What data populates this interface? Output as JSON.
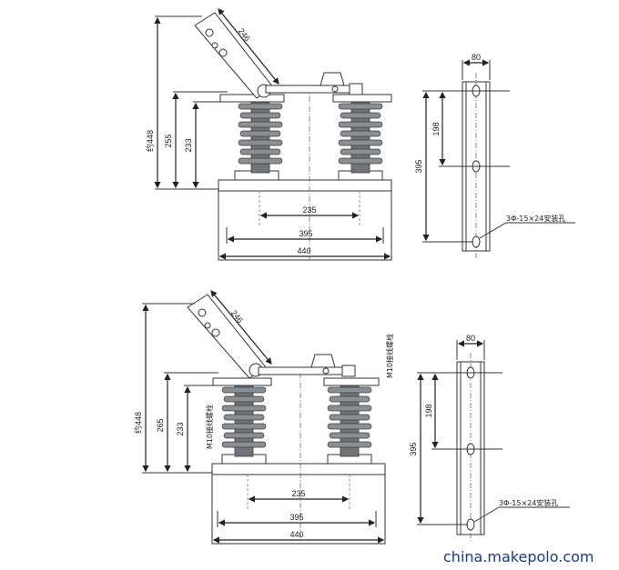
{
  "top_view": {
    "dim_height_total": "约448",
    "dim_height_mid": "255",
    "dim_height_low": "233",
    "dim_blade": "246",
    "dim_inner": "235",
    "dim_mid": "395",
    "dim_outer": "440"
  },
  "top_side": {
    "dim_width": "80",
    "dim_spacing": "198",
    "dim_height": "395",
    "note_holes": "3Φ-15×24安装孔"
  },
  "bottom_view": {
    "dim_height_total": "约448",
    "dim_height_mid": "265",
    "dim_height_low": "233",
    "dim_blade": "246",
    "dim_inner": "235",
    "dim_mid": "395",
    "dim_outer": "440",
    "note_bolt_left": "M10接线螺栓",
    "note_bolt_right": "M10接线螺栓"
  },
  "bottom_side": {
    "dim_width": "80",
    "dim_spacing": "198",
    "dim_height": "395",
    "note_holes": "3Φ-15×24安装孔"
  },
  "watermark": "china.makepolo.com"
}
